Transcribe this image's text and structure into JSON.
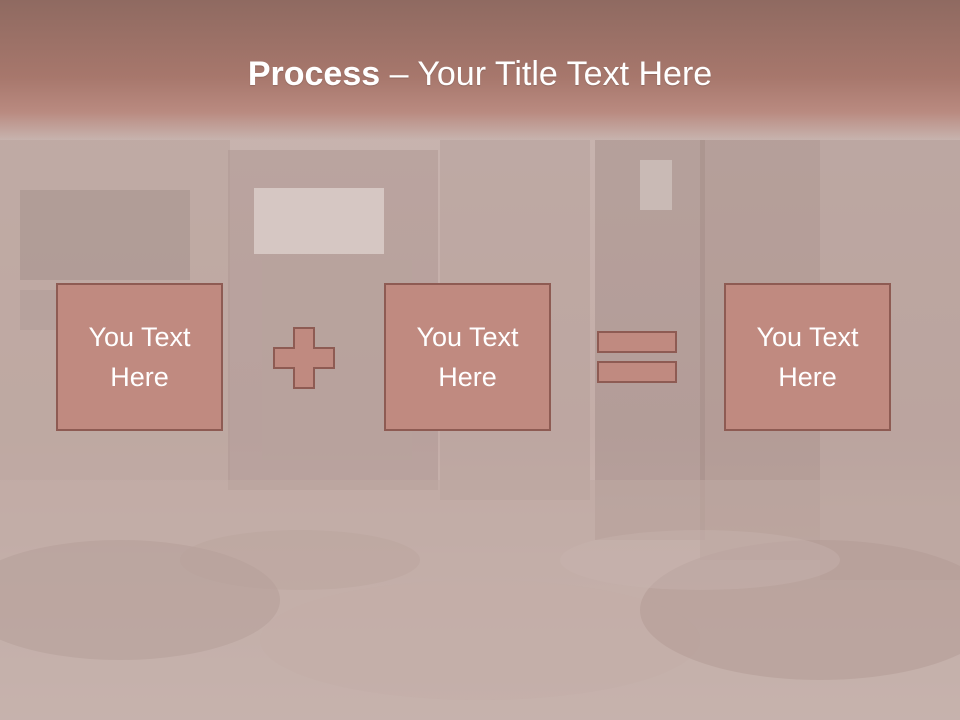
{
  "slide": {
    "title_bold": "Process",
    "title_rest": " – Your Title Text Here",
    "boxes": [
      {
        "label": "You Text\nHere"
      },
      {
        "label": "You Text\nHere"
      },
      {
        "label": "You Text\nHere"
      }
    ],
    "operators": [
      "plus-icon",
      "equals-icon"
    ]
  },
  "colors": {
    "band": "#a7776c",
    "box_fill": "#c08a80",
    "box_border": "#8e5b53",
    "text": "#ffffff"
  }
}
